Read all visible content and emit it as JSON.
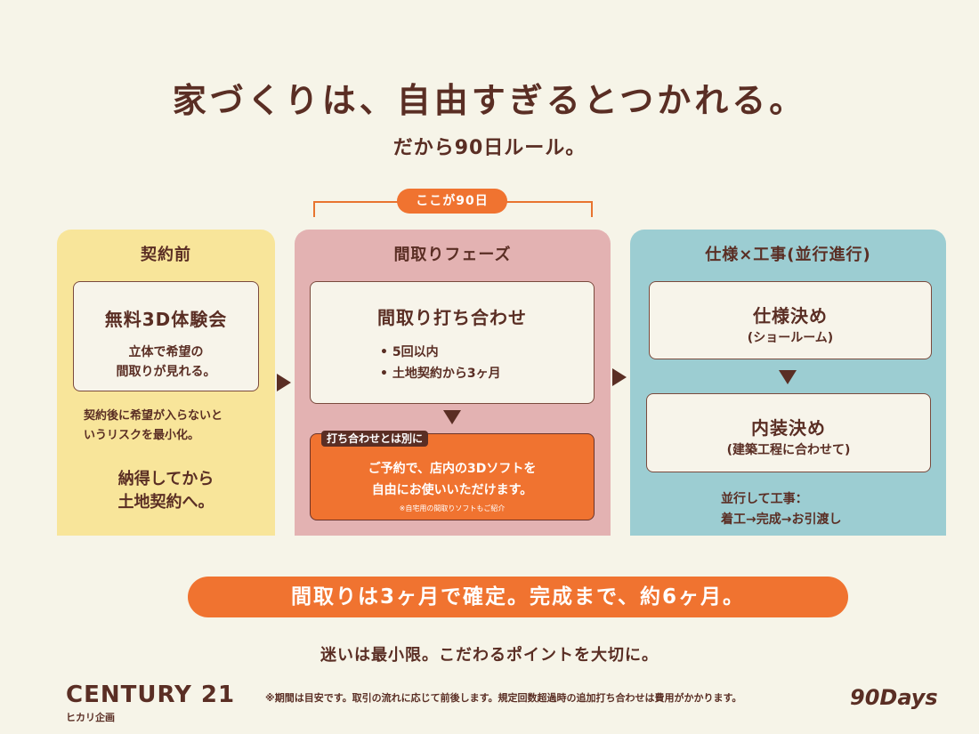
{
  "header": {
    "title": "家づくりは、自由すぎるとつかれる。",
    "subtitle": "だから90日ルール。"
  },
  "bracket_label": "ここが90日",
  "columns": [
    {
      "title": "契約前",
      "card": {
        "title": "無料3D体験会",
        "body_line1": "立体で希望の",
        "body_line2": "間取りが見れる。"
      },
      "note_line1": "契約後に希望が入らないと",
      "note_line2": "いうリスクを最小化。",
      "emphasis_line1": "納得してから",
      "emphasis_line2": "土地契約へ。"
    },
    {
      "title": "間取りフェーズ",
      "card": {
        "title": "間取り打ち合わせ",
        "bullet1": "• 5回以内",
        "bullet2": "• 土地契約から3ヶ月"
      },
      "tab": "打ち合わせとは別に",
      "orange_line1": "ご予約で、店内の3Dソフトを",
      "orange_line2": "自由にお使いいただけます。",
      "orange_small": "※自宅用の間取りソフトもご紹介"
    },
    {
      "title": "仕様×工事(並行進行)",
      "card1": {
        "title": "仕様決め",
        "sub": "(ショールーム)"
      },
      "card2": {
        "title": "内装決め",
        "sub": "(建築工程に合わせて)"
      },
      "note_line1": "並行して工事：",
      "note_line2": "着工→完成→お引渡し"
    }
  ],
  "result": "間取りは3ヶ月で確定。完成まで、約6ヶ月。",
  "tagline": "迷いは最小限。こだわるポイントを大切に。",
  "footer": {
    "logo": "CENTURY 21",
    "company": "ヒカリ企画",
    "note": "※期間は目安です。取引の流れに応じて前後します。規定回数超過時の追加打ち合わせは費用がかかります。",
    "brand": "90Days"
  },
  "colors": {
    "background": "#f6f4e8",
    "text": "#5a2e24",
    "accent_orange": "#f07330",
    "column1": "#f8e59a",
    "column2": "#e3b2b2",
    "column3": "#9ccdd2"
  }
}
